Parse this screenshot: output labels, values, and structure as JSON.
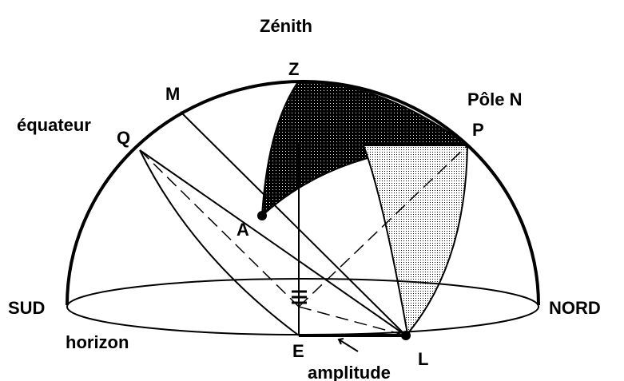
{
  "labels": {
    "zenith_title": "Zénith",
    "z": "Z",
    "m": "M",
    "pole_n": "Pôle N",
    "p": "P",
    "equateur": "équateur",
    "q": "Q",
    "a": "A",
    "sud": "SUD",
    "nord": "NORD",
    "horizon": "horizon",
    "e": "E",
    "l": "L",
    "amplitude": "amplitude"
  },
  "colors": {
    "ink": "#000000",
    "background": "#ffffff",
    "dark_fill": "#111111",
    "light_fill": "#d8d8d8"
  }
}
